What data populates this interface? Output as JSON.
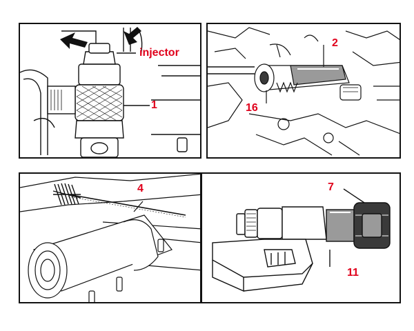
{
  "panels": [
    {
      "id": "panel-1",
      "callouts": {
        "injector": "injector",
        "one": "1"
      }
    },
    {
      "id": "panel-2",
      "callouts": {
        "two": "2",
        "sixteen": "16"
      }
    },
    {
      "id": "panel-3",
      "callouts": {
        "four": "4"
      }
    },
    {
      "id": "panel-4",
      "callouts": {
        "seven": "7",
        "eleven": "11"
      }
    }
  ],
  "colors": {
    "callout_red": "#e0001b",
    "line": "#111111",
    "tool_gray": "#9a9a9a",
    "tool_dark": "#3a3a3a"
  },
  "icons": [
    "arrow-icon"
  ]
}
